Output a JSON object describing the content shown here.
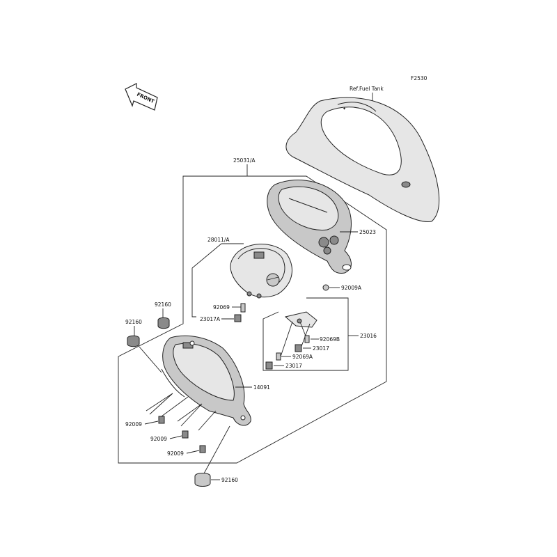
{
  "diagram_code": "F2530",
  "front_arrow_text": "FRONT",
  "ref_label": "Ref.Fuel Tank",
  "labels": {
    "meter_assy": "25031/A",
    "speedometer": "28011/A",
    "meter_case": "25023",
    "screw_a": "92009A",
    "screw_92069": "92069",
    "bulb_23017a": "23017A",
    "harness": "23016",
    "screw_92069b": "92069B",
    "bulb_23017_1": "23017",
    "screw_92069a": "92069A",
    "bulb_23017_2": "23017",
    "damper_1": "92160",
    "damper_2": "92160",
    "bracket": "14091",
    "bolt_1": "92009",
    "bolt_2": "92009",
    "bolt_3": "92009",
    "damper_3": "92160"
  },
  "colors": {
    "line": "#222222",
    "fill_light": "#e6e6e6",
    "fill_mid": "#c8c8c8",
    "fill_dark": "#8a8a8a"
  }
}
